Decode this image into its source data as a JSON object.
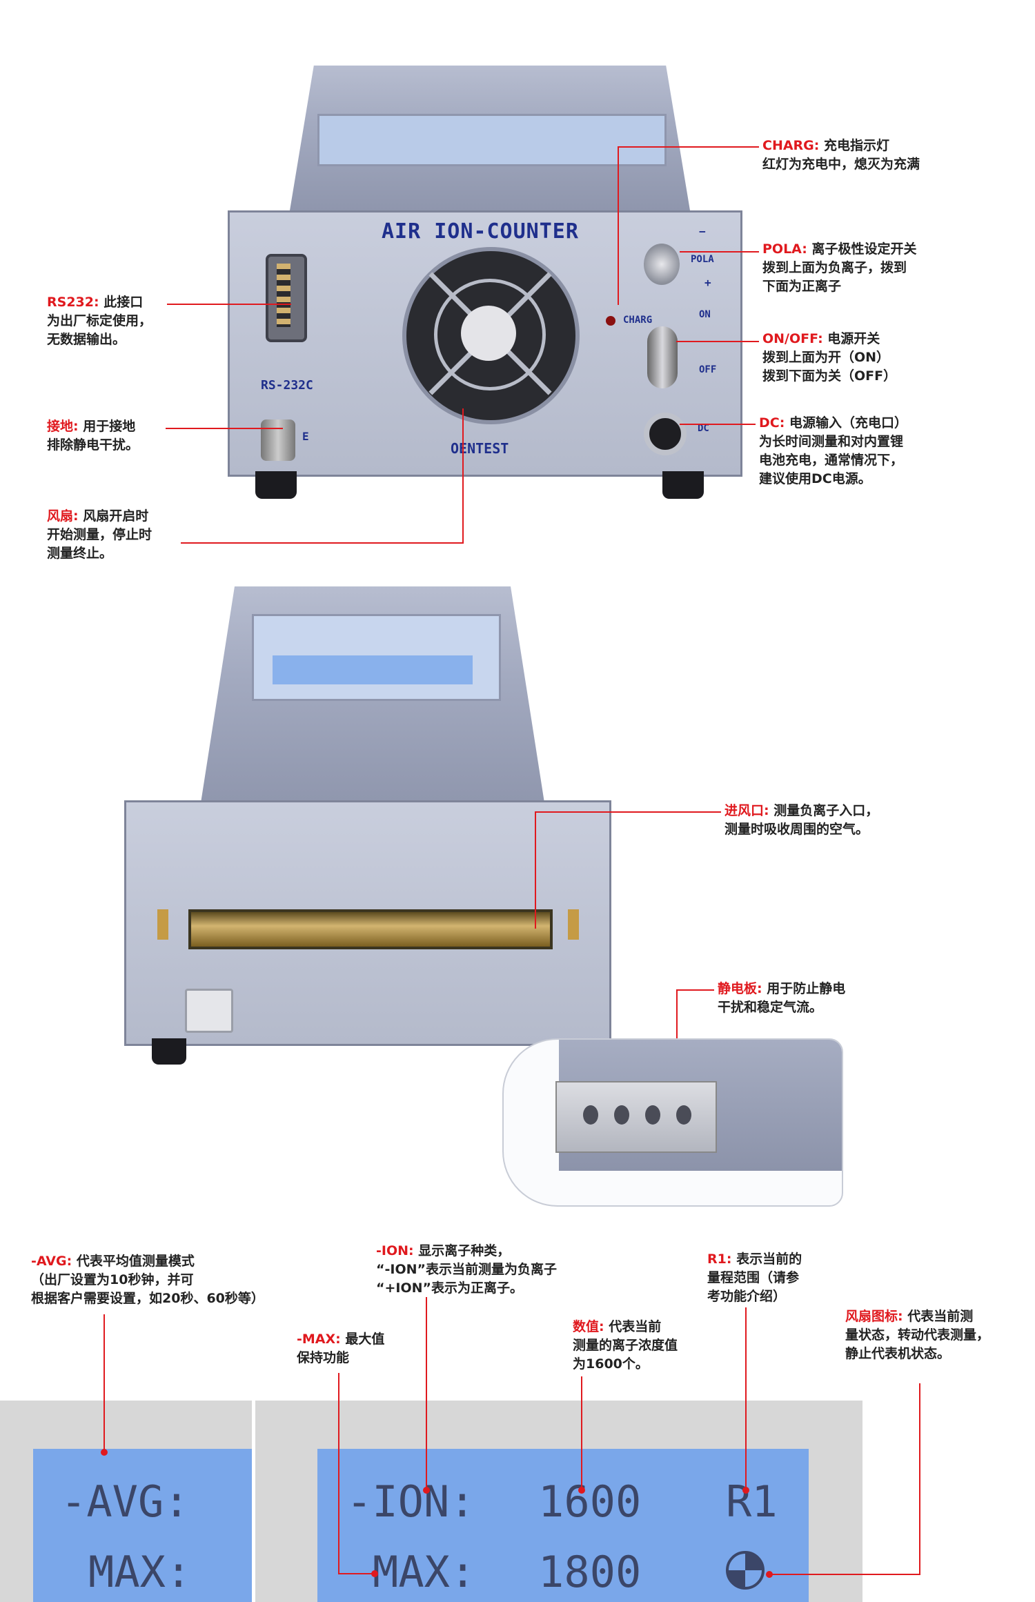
{
  "device": {
    "brand_title": "AIR ION-COUNTER",
    "brand": "OENTEST",
    "rs232_label": "RS-232C",
    "charg_label": "CHARG",
    "pola_label": "POLA",
    "minus": "−",
    "plus": "+",
    "on_label": "ON",
    "off_label": "OFF",
    "dc_label": "DC",
    "e_label": "E"
  },
  "callouts": {
    "charg": {
      "key": "CHARG:",
      "text": "充电指示灯",
      "lines": [
        "红灯为充电中，熄灭为充满"
      ]
    },
    "pola": {
      "key": "POLA:",
      "text": "离子极性设定开关",
      "lines": [
        "拨到上面为负离子，拨到",
        "下面为正离子"
      ]
    },
    "onoff": {
      "key": "ON/OFF:",
      "text": "电源开关",
      "lines": [
        "拨到上面为开（ON）",
        "拨到下面为关（OFF）"
      ]
    },
    "dc": {
      "key": "DC:",
      "text": "电源输入（充电口）",
      "lines": [
        "为长时间测量和对内置锂",
        "电池充电，通常情况下，",
        "建议使用DC电源。"
      ]
    },
    "rs232": {
      "key": "RS232:",
      "text": "此接口",
      "lines": [
        "为出厂标定使用，",
        "无数据输出。"
      ]
    },
    "ground": {
      "key": "接地:",
      "text": "用于接地",
      "lines": [
        "排除静电干扰。"
      ]
    },
    "fan": {
      "key": "风扇:",
      "text": "风扇开启时",
      "lines": [
        "开始测量，停止时",
        "测量终止。"
      ]
    },
    "inlet": {
      "key": "进风口:",
      "text": "测量负离子入口，",
      "lines": [
        "测量时吸收周围的空气。"
      ]
    },
    "plate": {
      "key": "静电板:",
      "text": "用于防止静电",
      "lines": [
        "干扰和稳定气流。"
      ]
    },
    "avg": {
      "key": "-AVG:",
      "text": "代表平均值测量模式",
      "lines": [
        "（出厂设置为10秒钟，并可",
        "根据客户需要设置，如20秒、60秒等）"
      ]
    },
    "ion": {
      "key": "-ION:",
      "text": "显示离子种类，",
      "lines": [
        "“-ION”表示当前测量为负离子",
        "“+ION”表示为正离子。"
      ]
    },
    "r1": {
      "key": "R1:",
      "text": "表示当前的",
      "lines": [
        "量程范围（请参",
        "考功能介绍）"
      ]
    },
    "max": {
      "key": "-MAX:",
      "text": "最大值",
      "lines": [
        "保持功能"
      ]
    },
    "value": {
      "key": "数值:",
      "text": "代表当前",
      "lines": [
        "测量的离子浓度值",
        "为1600个。"
      ]
    },
    "fanicon": {
      "key": "风扇图标:",
      "text": "代表当前测",
      "lines": [
        "量状态，转动代表测量，",
        "静止代表机状态。"
      ]
    }
  },
  "lcd": {
    "left_row1": "-AVG:",
    "left_row2": "MAX:",
    "ion": "-ION:",
    "ion_value": "1600",
    "range": "R1",
    "max": "MAX:",
    "max_value": "1800"
  },
  "colors": {
    "accent": "#e0191e",
    "metal": "#a3aac0",
    "lcd": "#7aa7ea"
  }
}
